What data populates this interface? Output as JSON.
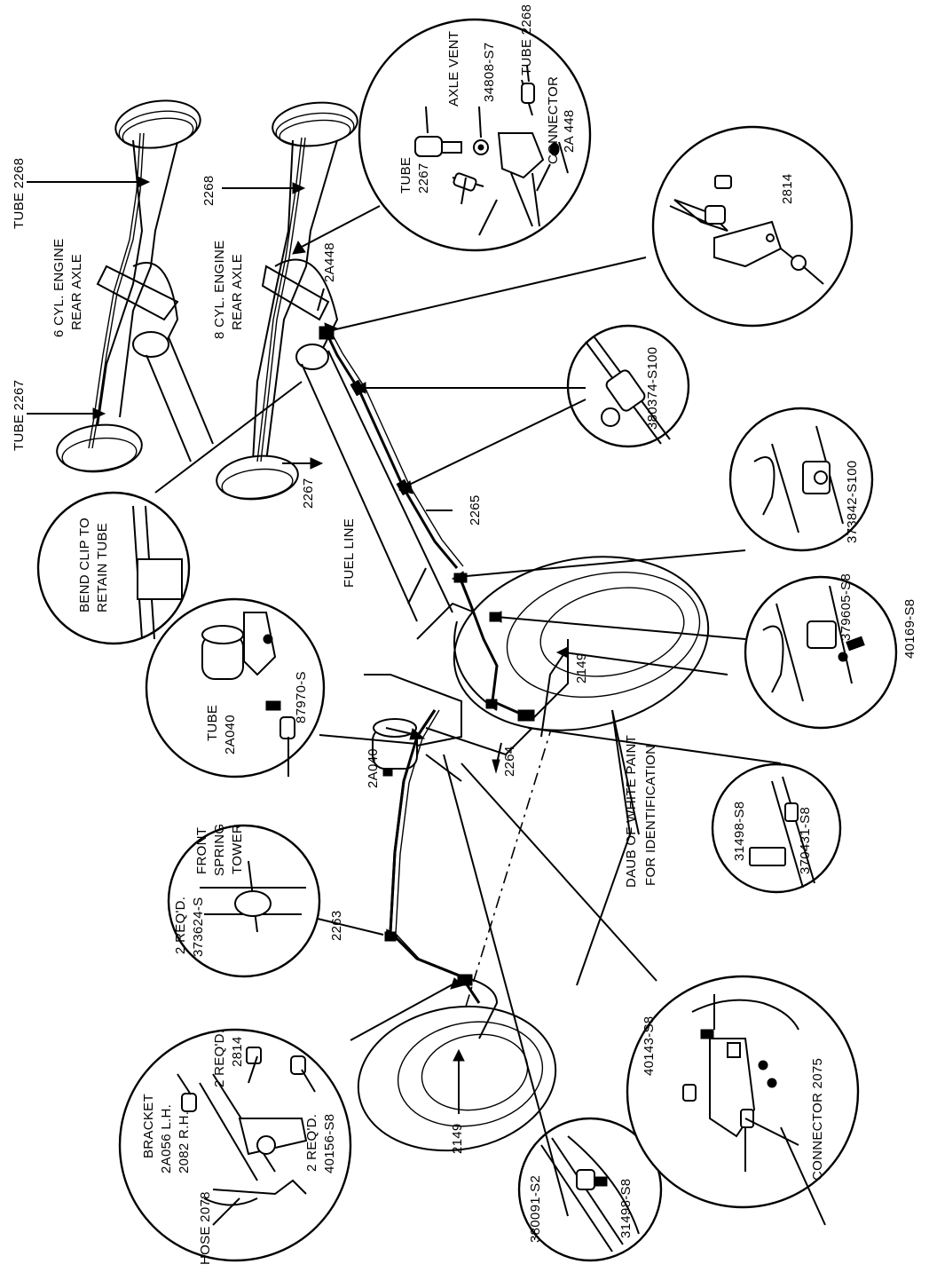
{
  "labels": {
    "tube_2268_left": "TUBE 2268",
    "six_cyl_line1": "6 CYL. ENGINE",
    "six_cyl_line2": "REAR AXLE",
    "tube_2267_left": "TUBE 2267",
    "num_2268": "2268",
    "eight_cyl_line1": "8 CYL. ENGINE",
    "eight_cyl_line2": "REAR AXLE",
    "num_2A448": "2A448",
    "num_2267": "2267",
    "axle_vent": "AXLE VENT",
    "part_34808_S7": "34808-S7",
    "tube_2268_detail": "TUBE 2268",
    "connector_line1": "CONNECTOR",
    "connector_line2": "2A 448",
    "tube_2267_detail_line1": "TUBE",
    "tube_2267_detail_line2": "2267",
    "num_2814_top": "2814",
    "part_380374_S100": "380374-S100",
    "part_373842_S100": "373842-S100",
    "num_2265": "2265",
    "fuel_line": "FUEL LINE",
    "bend_clip_line1": "BEND CLIP TO",
    "bend_clip_line2": "RETAIN TUBE",
    "part_379605_S8": "379605-S8",
    "part_40169_S8": "40169-S8",
    "num_2149_right": "2149",
    "part_87970_S": "87970-S",
    "tube_2A040_line1": "TUBE",
    "tube_2A040_line2": "2A040",
    "num_2A040": "2A040",
    "num_2264": "2264",
    "daub_line1": "DAUB OF WHITE PAINT",
    "daub_line2": "FOR IDENTIFICATION",
    "part_31498_S8_right": "31498-S8",
    "part_370431_S8": "370431-S8",
    "front_spring_line1": "FRONT",
    "front_spring_line2": "SPRING",
    "front_spring_line3": "TOWER",
    "two_reqd_a": "2 REQ'D.",
    "part_373624_S": "373624-S",
    "num_2263": "2263",
    "two_reqd_2814_line1": "2 REQ'D.",
    "two_reqd_2814_line2": "2814",
    "bracket_line1": "BRACKET",
    "bracket_line2": "2A056 L.H.",
    "bracket_line3": "2082 R.H.",
    "two_reqd_40156_line1": "2 REQ'D.",
    "two_reqd_40156_line2": "40156-S8",
    "hose_2078": "HOSE 2078",
    "num_2149_bottom": "2149",
    "part_380091_S2": "380091-S2",
    "part_31498_S8_bottom": "31498-S8",
    "part_40143_S8": "40143-S8",
    "connector_2075": "CONNECTOR 2075"
  }
}
